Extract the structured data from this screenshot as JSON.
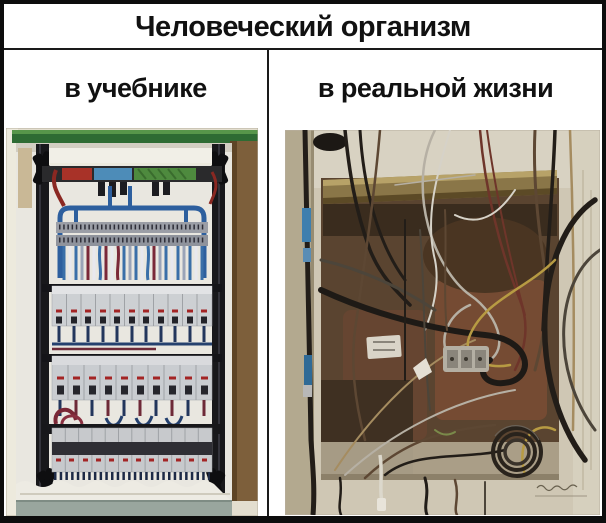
{
  "meme": {
    "title": "Человеческий организм",
    "panels": [
      {
        "id": "textbook",
        "label": "в учебнике",
        "image_alt": "аккуратный электрощит с ровной цветной проводкой (tidy electrical panel, neat colour-coded wiring)"
      },
      {
        "id": "real-life",
        "label": "в реальной жизни",
        "image_alt": "хаотичный клубок старых проводов в нише стены (chaotic tangle of old wires in a wall niche)"
      }
    ]
  },
  "palette": {
    "frame_border": "#0d0d0d",
    "background": "#ffffff",
    "divider": "#1a1a1a",
    "text": "#111111",
    "panel_cabinet_cream": "#e3decf",
    "panel_green_edge": "#2e6b33",
    "panel_side_brown": "#7d5f3b",
    "panel_rail_black": "#18181b",
    "busbar_red": "#a83228",
    "busbar_blue": "#4d8cb8",
    "busbar_green": "#4e8a3e",
    "wire_blue": "#2d5f9e",
    "wire_maroon": "#7a2836",
    "breaker_gray": "#cbced2",
    "shelf_gray_green": "#99a69e",
    "wall_beige": "#cfc7b4",
    "niche_dark_brown": "#5a4430",
    "beam_olive": "#8a7648",
    "brick_red_brown": "#7a4c34",
    "tape_blue": "#3f7fae",
    "wire_yellow": "#b79b43",
    "wire_gray": "#b6b0a4",
    "wire_black": "#221d18"
  }
}
